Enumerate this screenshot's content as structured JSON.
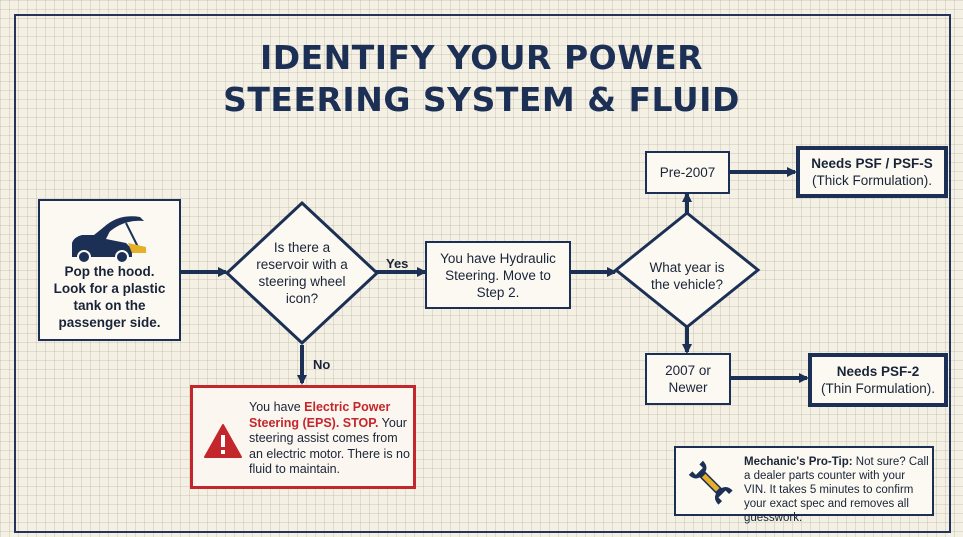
{
  "title": {
    "line1": "IDENTIFY YOUR POWER",
    "line2": "STEERING SYSTEM & FLUID"
  },
  "start_box": {
    "icon": "car-hood-open-icon",
    "text": "Pop the hood. Look for a plastic tank on the passenger side."
  },
  "decision_reservoir": {
    "text": "Is there a reservoir with a steering wheel icon?",
    "yes_label": "Yes",
    "no_label": "No"
  },
  "hydraulic_box": {
    "text": "You have Hydraulic Steering. Move to Step 2."
  },
  "decision_year": {
    "text": "What year is the vehicle?"
  },
  "pre2007_box": {
    "text": "Pre-2007"
  },
  "newer_box": {
    "text": "2007 or Newer"
  },
  "psf_box": {
    "line1": "Needs PSF / PSF-S",
    "line2": "(Thick Formulation)."
  },
  "psf2_box": {
    "line1": "Needs PSF-2",
    "line2": "(Thin Formulation)."
  },
  "eps_box": {
    "icon": "warning-triangle-icon",
    "prefix": "You have ",
    "highlight": "Electric Power Steering (EPS). STOP.",
    "rest": " Your steering assist comes from an electric motor. There is no fluid to maintain."
  },
  "pro_tip": {
    "icon": "wrench-icon",
    "label": "Mechanic's Pro-Tip:",
    "text": " Not sure? Call a dealer parts counter with your VIN. It takes 5 minutes to confirm your exact spec and removes all guesswork."
  },
  "colors": {
    "navy": "#1c2f55",
    "red": "#c3262b",
    "gold": "#e5b027",
    "background": "#f4f0e4"
  }
}
